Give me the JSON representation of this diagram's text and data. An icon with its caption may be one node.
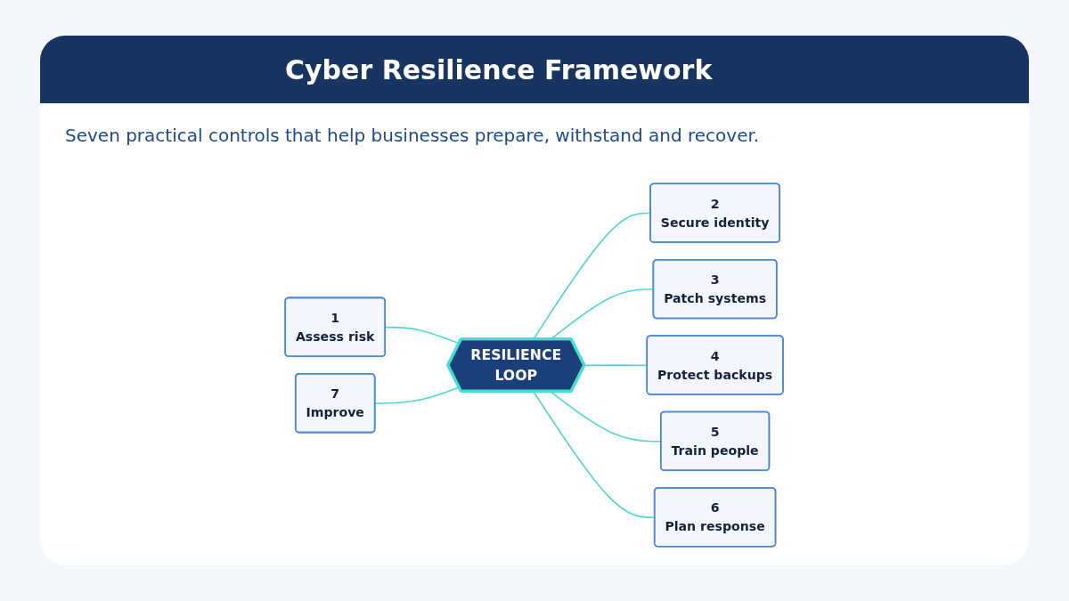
{
  "diagram": {
    "title": "Cyber Resilience Framework",
    "nodes": [
      {
        "text": [
          "2",
          "Secure identity"
        ]
      },
      {
        "text": [
          "3",
          "Patch systems"
        ]
      },
      {
        "text": [
          "1",
          "Assess risk"
        ]
      },
      {
        "text": [
          "RESILIENCE",
          "LOOP"
        ]
      },
      {
        "text": [
          "4",
          "Protect backups"
        ]
      },
      {
        "text": [
          "7",
          "Improve"
        ]
      },
      {
        "text": [
          "5",
          "Train people"
        ]
      },
      {
        "text": [
          "6",
          "Plan response"
        ]
      }
    ],
    "edges": [
      {
        "from": 3,
        "to": 2,
        "arrow": "none"
      },
      {
        "from": 3,
        "to": 0,
        "arrow": "none"
      },
      {
        "from": 3,
        "to": 1,
        "arrow": "none"
      },
      {
        "from": 3,
        "to": 4,
        "arrow": "none"
      },
      {
        "from": 3,
        "to": 6,
        "arrow": "none"
      },
      {
        "from": 3,
        "to": 7,
        "arrow": "none"
      },
      {
        "from": 3,
        "to": 5,
        "arrow": "none"
      }
    ],
    "labels": [
      "Seven practical controls that help businesses prepare, withstand and recover."
    ]
  }
}
